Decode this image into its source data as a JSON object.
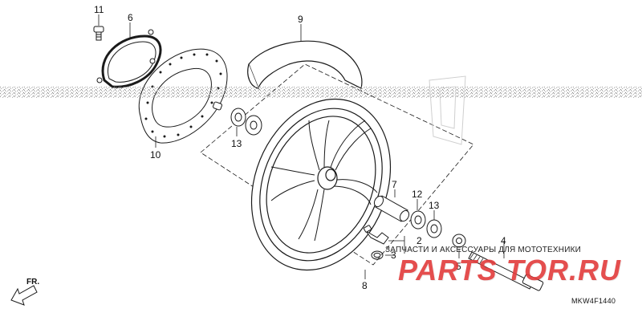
{
  "callouts": {
    "c11": "11",
    "c6": "6",
    "c9": "9",
    "c10": "10",
    "c13a": "13",
    "c7": "7",
    "c12": "12",
    "c13b": "13",
    "c4": "4",
    "c2": "2",
    "c3": "3",
    "c5": "5",
    "c8": "8"
  },
  "direction_label": "FR.",
  "diagram_code": "MKW4F1440",
  "watermark": {
    "caption": "ЗАПЧАСТИ И АКСЕССУАРЫ ДЛЯ МОТОТЕХНИКИ",
    "logo": "PARTS TOR.RU"
  },
  "colors": {
    "line": "#1a1a1a",
    "watermark_red": "#e23b3b",
    "noise": "#9a9a9a"
  }
}
